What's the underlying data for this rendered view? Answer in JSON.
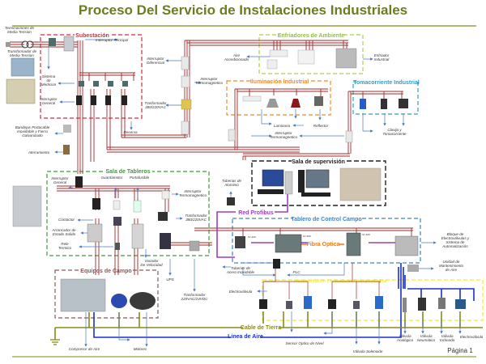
{
  "title": "Proceso Del Servicio de Instalaciones Industriales",
  "page": "Página 1",
  "colors": {
    "title": "#6b7d1f",
    "power_line": "#a32a2a",
    "subestacion": "#d62f3c",
    "enfriadores": "#a6d24a",
    "iluminacion": "#ef8a2c",
    "tomacorriente": "#2aa3c8",
    "sala_tableros": "#3f9a3a",
    "sala_supervision": "#222222",
    "tablero_control": "#3b87c4",
    "instrumentacion": "#f2ec2a",
    "equipos_campo": "#8b5a5a",
    "profibus": "#9b3fc0",
    "fibra": "#ef7a1a",
    "ground": "#8a8a1a",
    "air": "#1a2fd0",
    "arrow": "#4a78c0"
  },
  "sections": {
    "subestacion": "Subestación",
    "enfriadores": "Enfriadores de Ambiente",
    "iluminacion": "Iluminación Industrial",
    "tomacorriente": "Tomacorriente Industrial",
    "sala_tableros": "Sala de Tableros",
    "sala_supervision": "Sala de supervisión",
    "tablero_control": "Tablero de Control Campo",
    "instrumentacion": "Instrumentación y Actuadores Analógico/Digital",
    "equipos_campo": "Equipos de Campo"
  },
  "lines": {
    "red_profibus": "Red Profibus",
    "fibra_optica": "Fibra Optica",
    "cable_tierra": "Cable de Tierra",
    "linea_aire": "Linea de Aire"
  },
  "labels": {
    "terminaciones": [
      "Terminaciones de",
      "Media Tension"
    ],
    "transformador_mt": [
      "Transformador de",
      "Media Tension"
    ],
    "interruptor_principal": "Interruptor Principal",
    "sistema_medicion": [
      "Sistema",
      "de",
      "Medicion"
    ],
    "interruptor_general": [
      "Interruptor",
      "General"
    ],
    "reserva": "Reserva",
    "bandejas": [
      "Bandejas Portacable",
      "Inoxidable y Fierro",
      "Galvanizado"
    ],
    "aterramiento": "Aterramiento",
    "interruptor_diferencial": [
      "Interruptor",
      "Diferencial"
    ],
    "interruptor_termo_1": [
      "Interruptor",
      "Termomagnetico"
    ],
    "transformador_380": [
      "Trasformador",
      "380/220VAC"
    ],
    "aire_acondicionado": [
      "Aire",
      "Acondicionado"
    ],
    "enfriador_industrial": [
      "Enfriador",
      "Industrial"
    ],
    "luminaria": "Luminaria",
    "reflector": "Reflector",
    "interruptor_termo_2": [
      "Interruptor",
      "Termomagnetico"
    ],
    "clavija": [
      "Clavija y",
      "Tomacorriente"
    ],
    "tab_interruptor_general": [
      "Interruptor",
      "General"
    ],
    "guardamotor": "Guardamotor",
    "portafusible": "Portafusible",
    "tab_interruptor_termo": [
      "Interruptor",
      "Termomagnetico"
    ],
    "contactor": "Contactor",
    "arrancador": [
      "Arrancador de",
      "Estado Solido"
    ],
    "rele": [
      "Rele",
      "Termico"
    ],
    "tab_transformador": [
      "Trasformador",
      "380/220VAC"
    ],
    "variador": [
      "Variador",
      "De Velocidad"
    ],
    "ups": "UPS",
    "transformador_24": [
      "Trasformador",
      "220VAC/24VDC"
    ],
    "tuberias_aluminio": [
      "Tuberias de",
      "Aluminio"
    ],
    "tuberias_acero": [
      "Tuberias de",
      "Acero Inoxidable"
    ],
    "plc": "PLC",
    "bloque": [
      "Bloque de",
      "Electroválvulas y",
      "Sistema de",
      "Automatización"
    ],
    "unidad_mantenimiento": [
      "Unidad de",
      "Mantenimiento",
      "de Aire"
    ],
    "electrovalvula_1": "Electroválvula",
    "sensor_optico": "Sensor Óptico de Nivel",
    "valvula_solenoide": "Válvula Solenoide",
    "valvula_analogica": [
      "Válvula",
      "Analógica"
    ],
    "valvula_neumatica": [
      "Válvula",
      "Neumática"
    ],
    "valvula_inclinada": [
      "Válvula",
      "Inclinada"
    ],
    "electrovalvula_2": "Electroválvula",
    "compresor": "Compresor de Aire",
    "motores": "Motores",
    "plc_s7_200": "S7-200",
    "plc_s7_300": "S7-300",
    "plc_s7_400": "S7-400"
  }
}
